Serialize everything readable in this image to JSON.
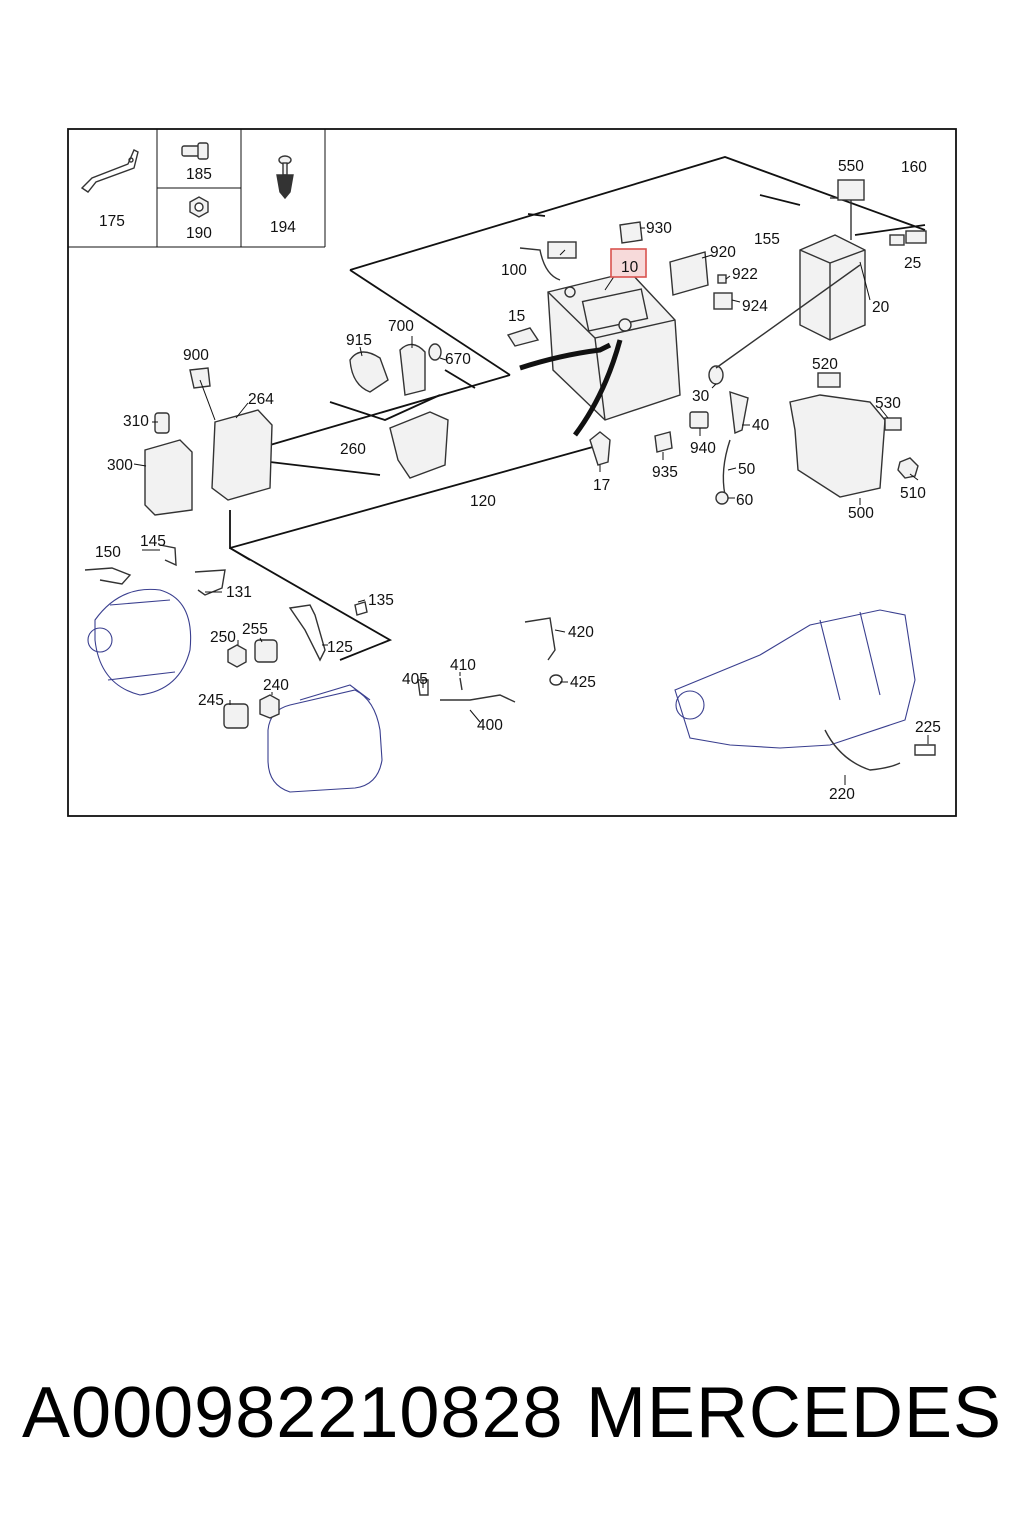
{
  "diagram": {
    "highlighted_part": "10",
    "callouts": [
      "175",
      "185",
      "190",
      "194",
      "930",
      "10",
      "920",
      "922",
      "924",
      "550",
      "160",
      "155",
      "25",
      "20",
      "100",
      "15",
      "915",
      "700",
      "670",
      "900",
      "264",
      "310",
      "300",
      "260",
      "120",
      "17",
      "935",
      "940",
      "30",
      "40",
      "50",
      "60",
      "520",
      "530",
      "510",
      "500",
      "150",
      "145",
      "131",
      "135",
      "250",
      "255",
      "125",
      "245",
      "240",
      "420",
      "425",
      "405",
      "410",
      "400",
      "225",
      "220"
    ]
  },
  "caption": {
    "part_number": "A000982210828",
    "brand": "MERCEDES"
  }
}
